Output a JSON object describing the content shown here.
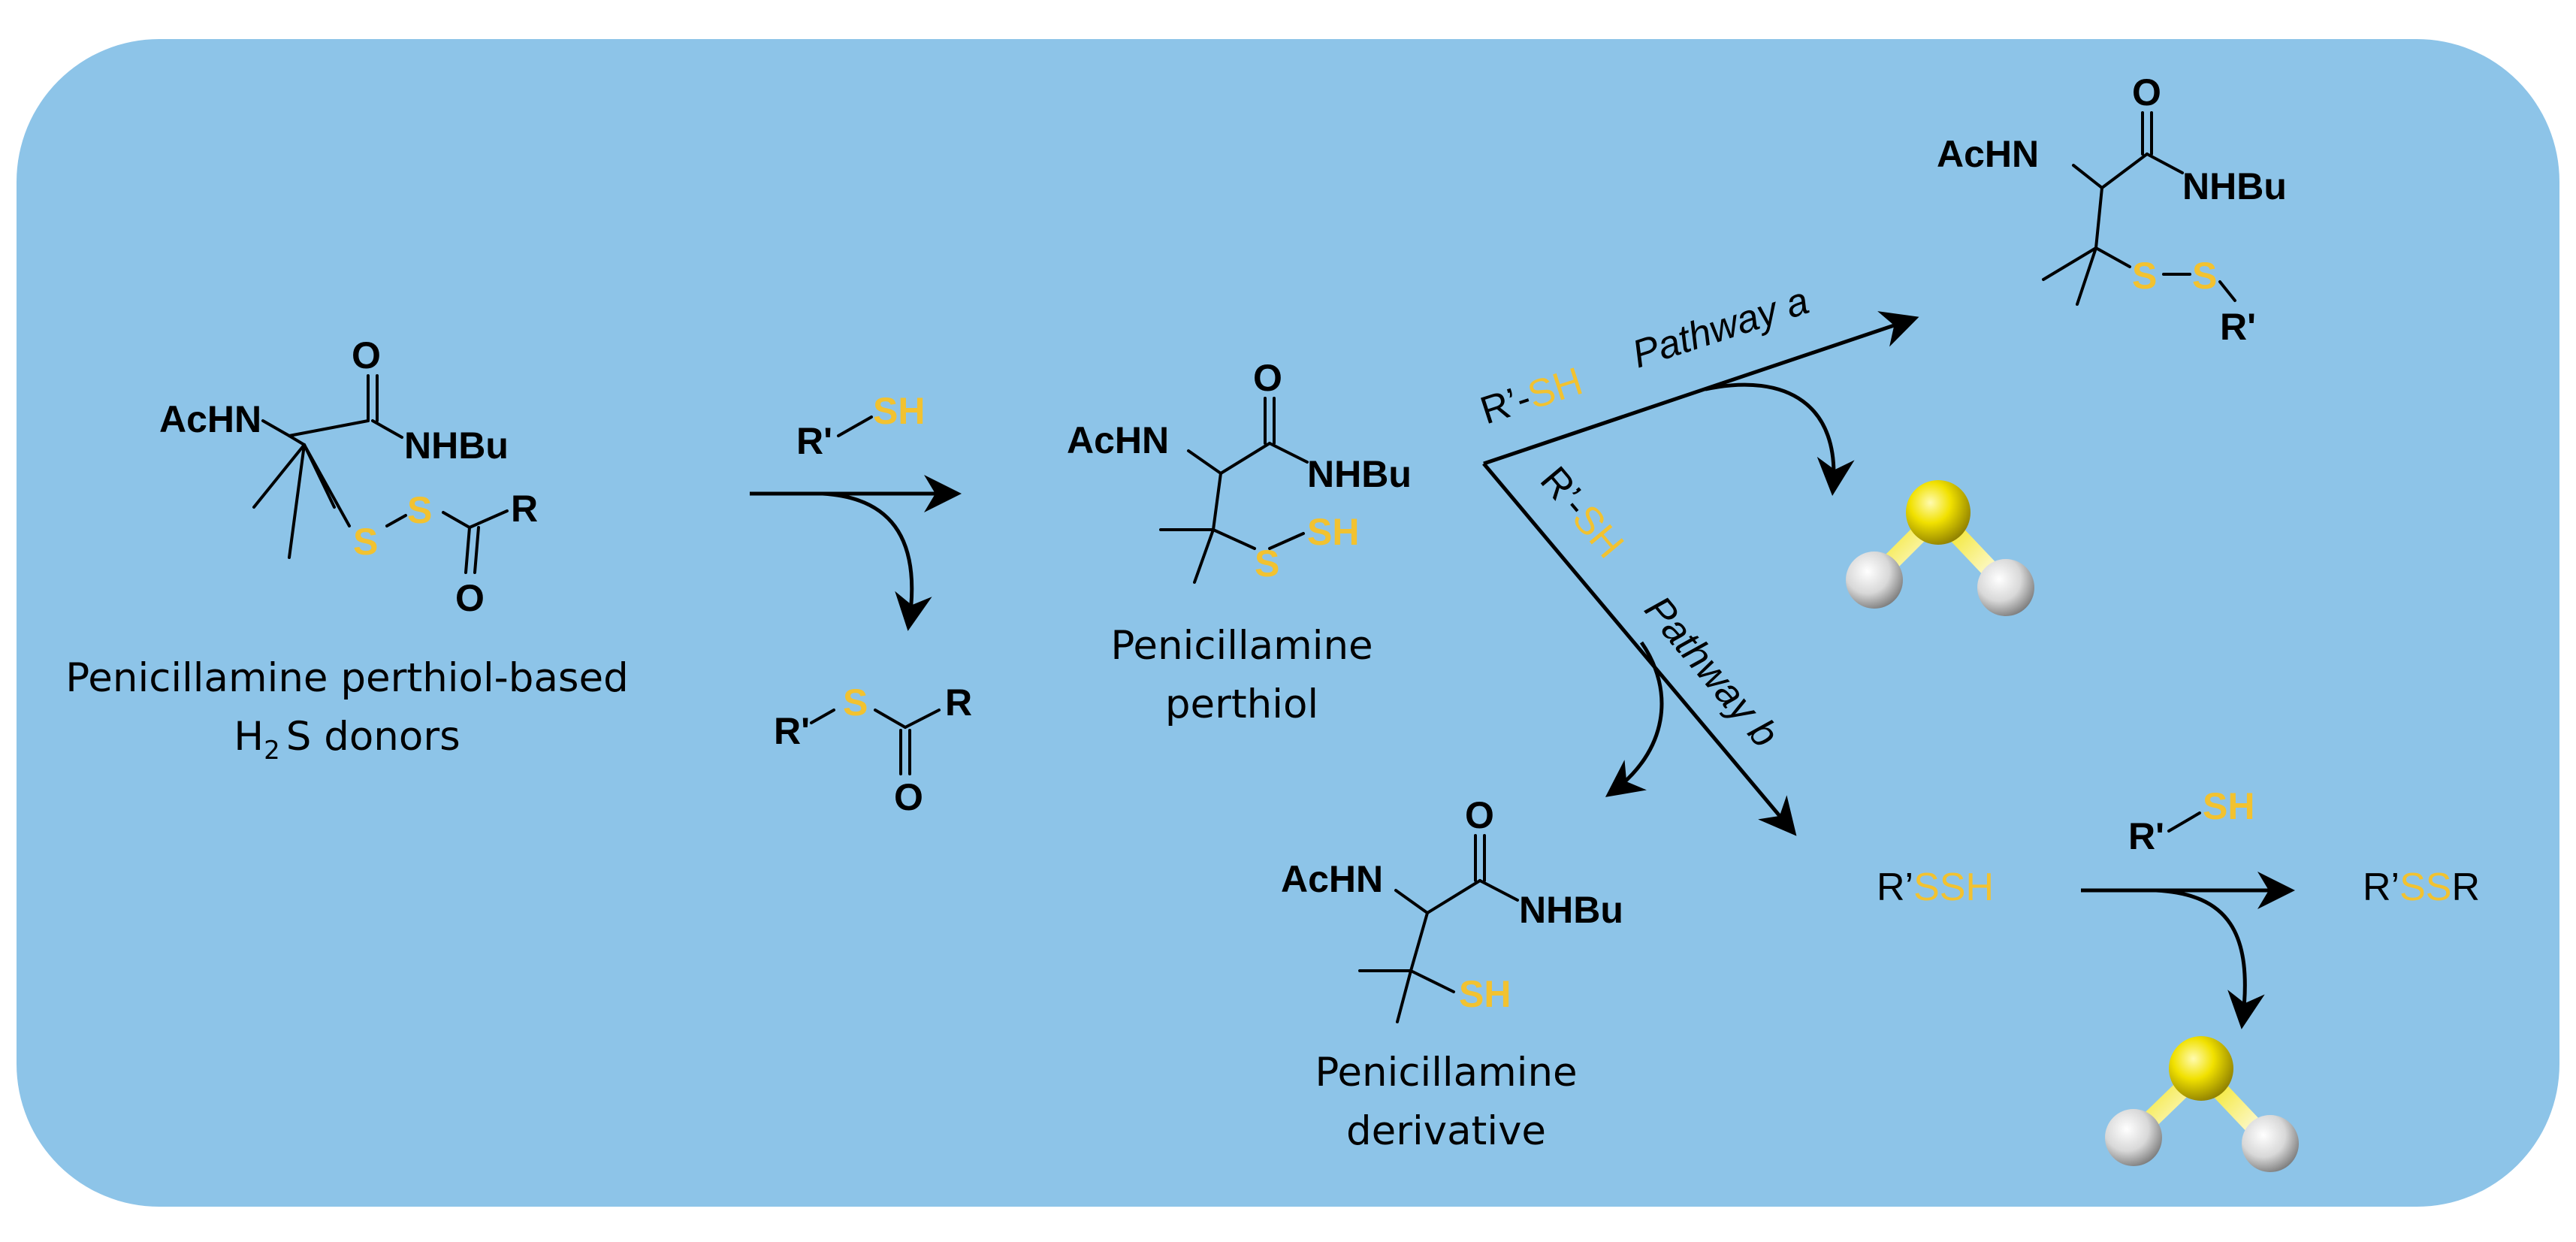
{
  "colors": {
    "panel_bg": "#8dc4e8",
    "sulfur": "#f2c230",
    "text": "#000000"
  },
  "molecules": {
    "donor": {
      "atoms": {
        "O": "O",
        "AcHN": "AcHN",
        "NHBu": "NHBu",
        "S1": "S",
        "S2": "S",
        "R": "R",
        "O2": "O"
      },
      "caption_line1": "Penicillamine perthiol-based",
      "caption_h": "H",
      "caption_sub": "2",
      "caption_rest": "S donors"
    },
    "reagent1": {
      "R": "R'",
      "SH": "SH"
    },
    "byproduct": {
      "R": "R'",
      "S": "S",
      "R2": "R",
      "O": "O"
    },
    "perthiol": {
      "atoms": {
        "O": "O",
        "AcHN": "AcHN",
        "NHBu": "NHBu",
        "S": "S",
        "SH": "SH"
      },
      "caption_line1": "Penicillamine",
      "caption_line2": "perthiol"
    },
    "product_a": {
      "O": "O",
      "AcHN": "AcHN",
      "NHBu": "NHBu",
      "S1": "S",
      "S2": "S",
      "R": "R'"
    },
    "derivative": {
      "atoms": {
        "O": "O",
        "AcHN": "AcHN",
        "NHBu": "NHBu",
        "SH": "SH"
      },
      "caption_line1": "Penicillamine",
      "caption_line2": "derivative"
    },
    "rssh": {
      "R": "R’",
      "SSH": "SSH"
    },
    "reagent2": {
      "R": "R'",
      "SH": "SH"
    },
    "rssr": {
      "R1": "R’",
      "SS": "SS",
      "R2": "R"
    }
  },
  "pathways": {
    "a": {
      "label": "Pathway",
      "letter": "a",
      "reagent_r": "R’-",
      "reagent_sh": "SH"
    },
    "b": {
      "label": "Pathway",
      "letter": "b",
      "reagent_r": "R’-",
      "reagent_sh": "SH"
    }
  },
  "h2s_icon": "h2s-molecule-ball-model"
}
